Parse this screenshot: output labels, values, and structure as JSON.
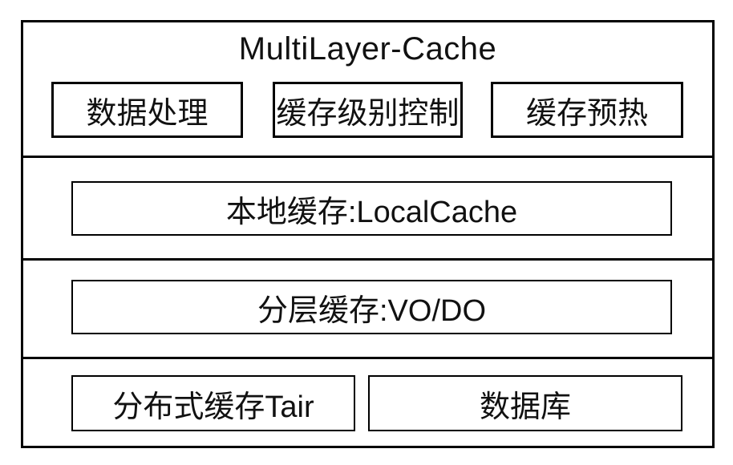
{
  "diagram": {
    "title": "MultiLayer-Cache",
    "top_modules": [
      {
        "label": "数据处理"
      },
      {
        "label": "缓存级别控制"
      },
      {
        "label": "缓存预热"
      }
    ],
    "layers": [
      {
        "label": "本地缓存:LocalCache"
      },
      {
        "label": "分层缓存:VO/DO"
      }
    ],
    "bottom_modules": [
      {
        "label": "分布式缓存Tair"
      },
      {
        "label": "数据库"
      }
    ],
    "colors": {
      "border": "#000000",
      "text": "#111111",
      "background": "#ffffff"
    }
  }
}
